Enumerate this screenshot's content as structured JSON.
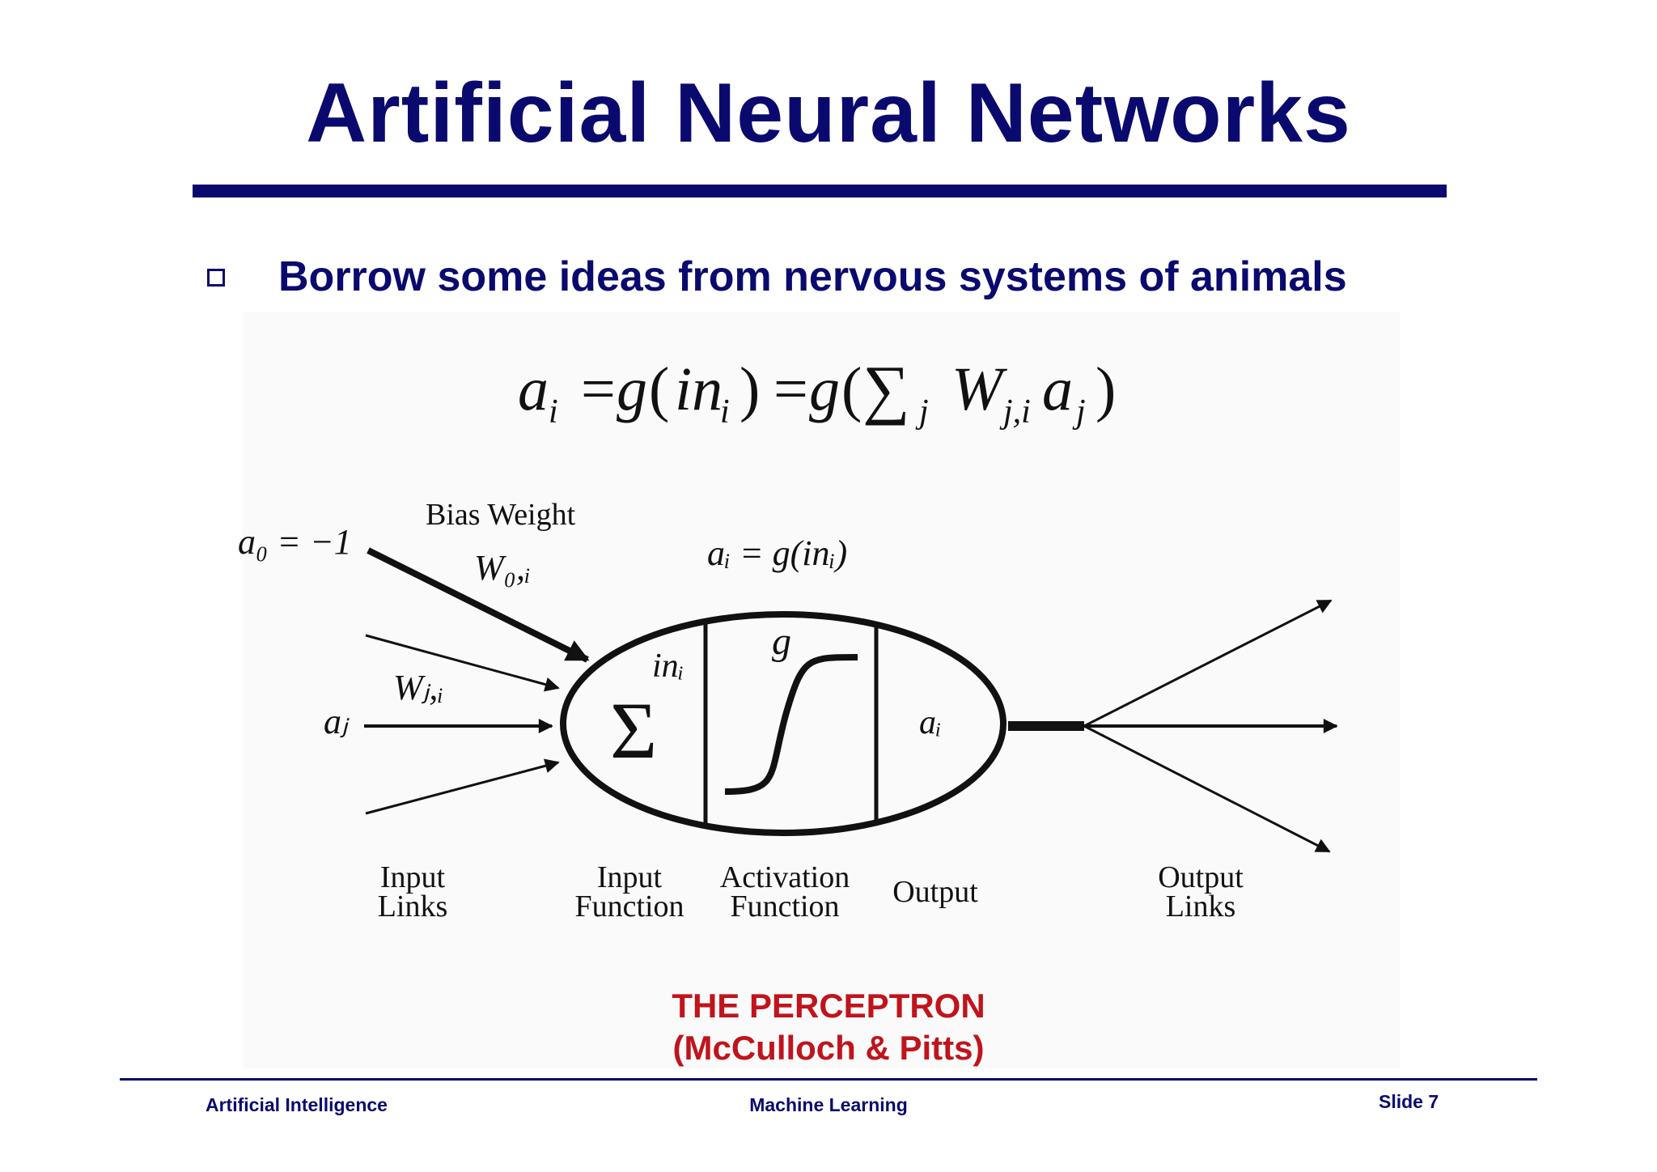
{
  "slide": {
    "title": "Artificial Neural Networks",
    "bullet": "Borrow some ideas from nervous systems of animals"
  },
  "formula": {
    "a": "a",
    "i": "i",
    "eq": "=",
    "g": "g",
    "lparen": "(",
    "in": "in",
    "rparen": ")",
    "sum": "∑",
    "j": "j",
    "W": "W",
    "ji": "j,i"
  },
  "diagram": {
    "a0_equation": "a₀ = −1",
    "bias_weight_label": "Bias Weight",
    "w0i_label": "W₀,ᵢ",
    "activation_equation": "aᵢ = g(inᵢ)",
    "wji_label": "Wⱼ,ᵢ",
    "aj_label": "aⱼ",
    "sum_symbol": "Σ",
    "in_label": "inᵢ",
    "g_label": "g",
    "ai_label": "aᵢ",
    "labels": {
      "input_links": [
        "Input",
        "Links"
      ],
      "input_function": [
        "Input",
        "Function"
      ],
      "activation_function": [
        "Activation",
        "Function"
      ],
      "output": "Output",
      "output_links": [
        "Output",
        "Links"
      ]
    }
  },
  "caption": {
    "line1": "THE  PERCEPTRON",
    "line2": "(McCulloch & Pitts)"
  },
  "footer": {
    "left": "Artificial Intelligence",
    "center": "Machine Learning",
    "right": "Slide 7"
  },
  "colors": {
    "title": "#0a0a6e",
    "caption": "#c0141c"
  }
}
